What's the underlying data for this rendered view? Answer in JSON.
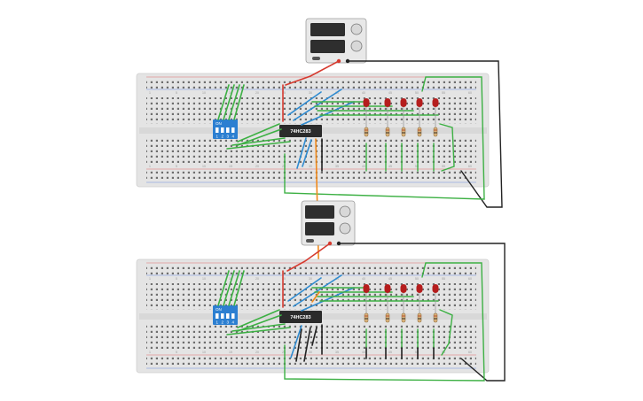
{
  "circuits": [
    {
      "ic_label": "74HC283",
      "dip_label": "ON",
      "dip_numbers": [
        "1",
        "2",
        "3",
        "4"
      ],
      "column_numbers": [
        "1",
        "5",
        "10",
        "15",
        "20",
        "25",
        "30",
        "35",
        "40",
        "45",
        "50",
        "55",
        "60"
      ]
    },
    {
      "ic_label": "74HC283",
      "dip_label": "ON",
      "dip_numbers": [
        "1",
        "2",
        "3",
        "4"
      ],
      "column_numbers": [
        "1",
        "5",
        "10",
        "15",
        "20",
        "25",
        "30",
        "35",
        "40",
        "45",
        "50",
        "55",
        "60"
      ]
    }
  ],
  "colors": {
    "breadboard": "#e4e4e4",
    "hole": "#6e6e6e",
    "wire_green": "#3cb043",
    "wire_blue": "#2f8bd0",
    "wire_red": "#d63a2f",
    "wire_black": "#222222",
    "wire_orange": "#f08a1c",
    "led": "#b51d1d",
    "dip_switch": "#2c7fd1",
    "ic": "#2b2b2b",
    "supply": "#e8e8e8"
  }
}
